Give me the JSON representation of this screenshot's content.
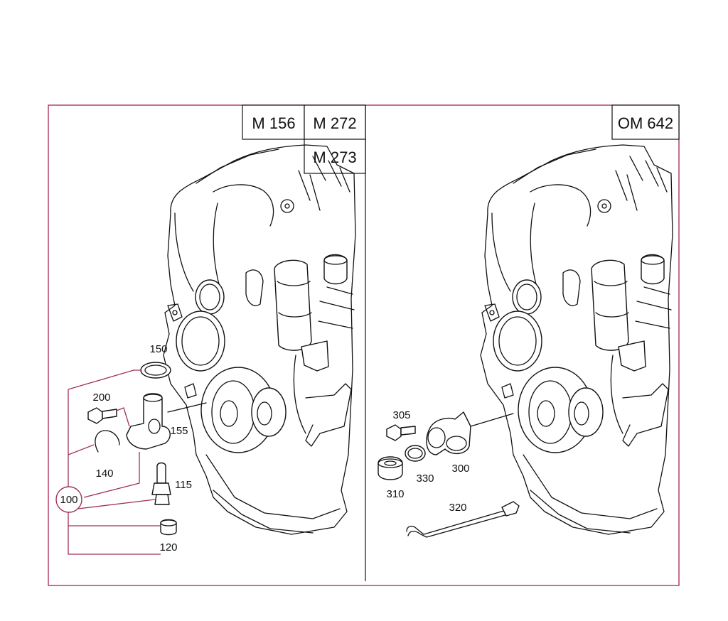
{
  "engines": {
    "left": [
      "M 156",
      "M 272",
      "M 273"
    ],
    "right": [
      "OM 642"
    ]
  },
  "parts": {
    "p100": "100",
    "p115": "115",
    "p120": "120",
    "p140": "140",
    "p150": "150",
    "p155": "155",
    "p200": "200",
    "p300": "300",
    "p305": "305",
    "p310": "310",
    "p320": "320",
    "p330": "330"
  },
  "colors": {
    "frame": "#b03060",
    "ink": "#111111"
  }
}
